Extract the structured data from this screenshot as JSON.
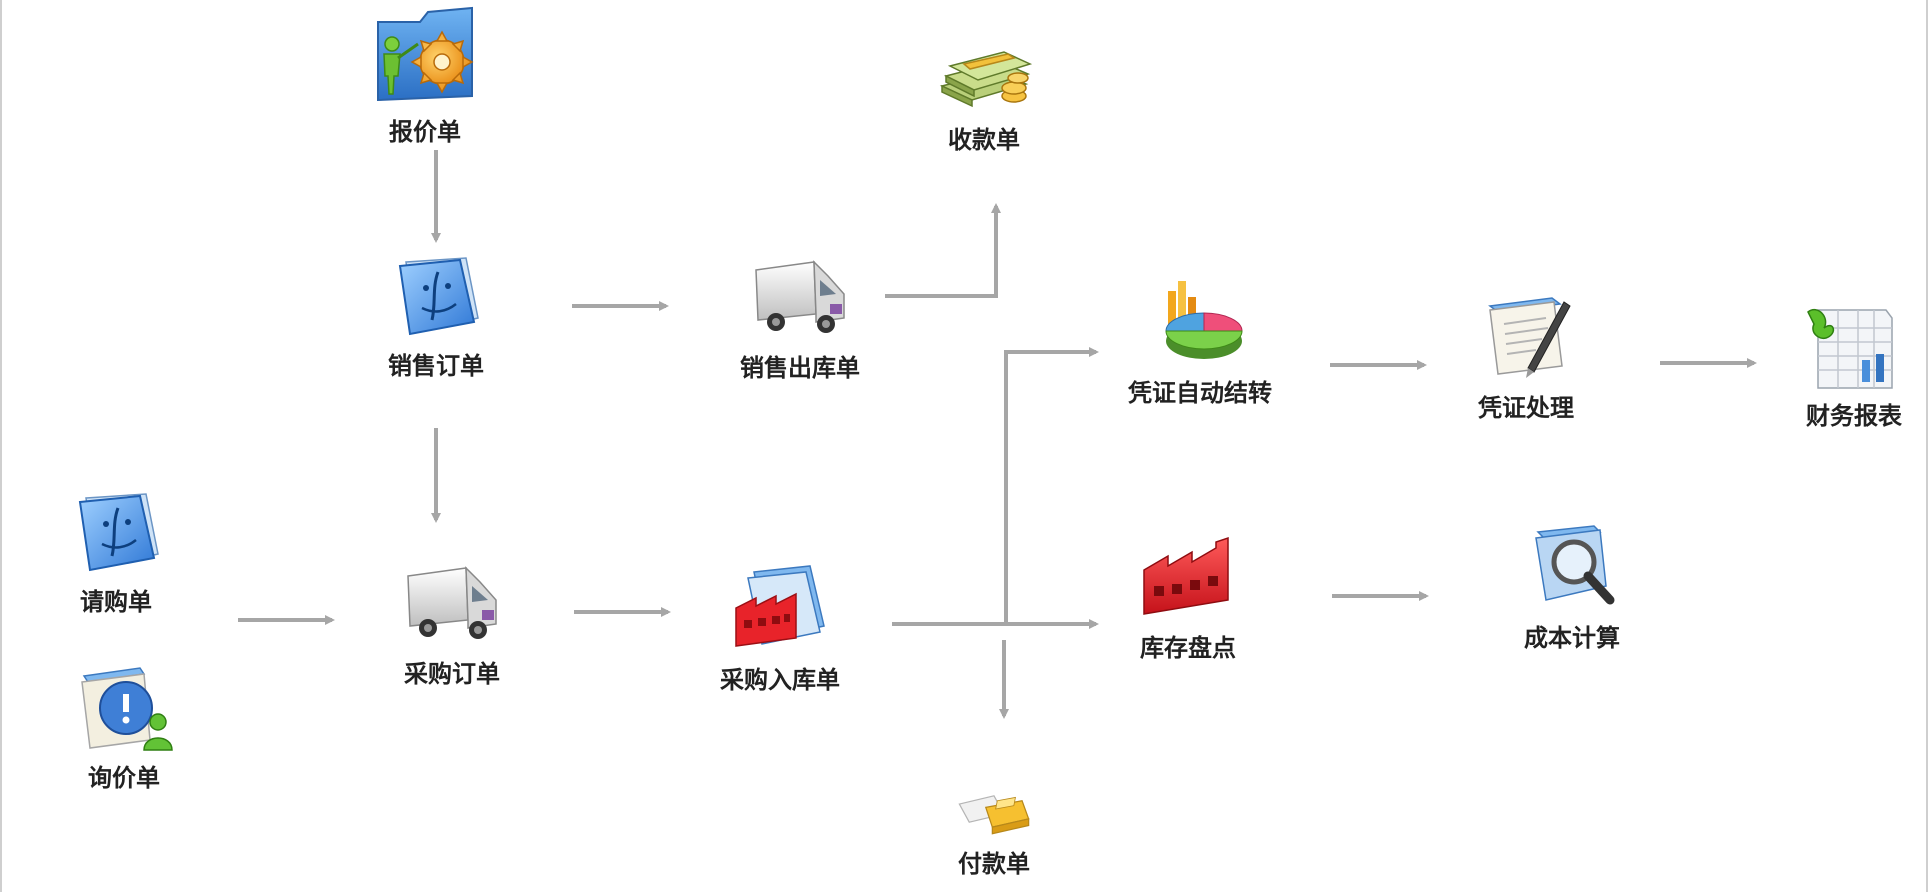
{
  "nodes": {
    "quotation": {
      "label": "报价单",
      "icon": "presentation-gear-icon"
    },
    "sales_order": {
      "label": "销售订单",
      "icon": "finder-document-icon"
    },
    "sales_outbound": {
      "label": "销售出库单",
      "icon": "delivery-van-icon"
    },
    "receipt": {
      "label": "收款单",
      "icon": "money-stack-icon"
    },
    "voucher_auto": {
      "label": "凭证自动结转",
      "icon": "pie-chart-icon"
    },
    "voucher_process": {
      "label": "凭证处理",
      "icon": "document-pen-icon"
    },
    "financial_report": {
      "label": "财务报表",
      "icon": "spreadsheet-icon"
    },
    "purchase_request": {
      "label": "请购单",
      "icon": "finder-document-icon"
    },
    "inquiry": {
      "label": "询价单",
      "icon": "info-user-icon"
    },
    "purchase_order": {
      "label": "采购订单",
      "icon": "delivery-van-icon"
    },
    "purchase_inbound": {
      "label": "采购入库单",
      "icon": "red-factory-document-icon"
    },
    "inventory_count": {
      "label": "库存盘点",
      "icon": "red-factory-icon"
    },
    "cost_calc": {
      "label": "成本计算",
      "icon": "magnifier-document-icon"
    },
    "payment": {
      "label": "付款单",
      "icon": "open-box-icon"
    }
  },
  "colors": {
    "arrow": "#a6a6a6",
    "label": "#222222"
  }
}
